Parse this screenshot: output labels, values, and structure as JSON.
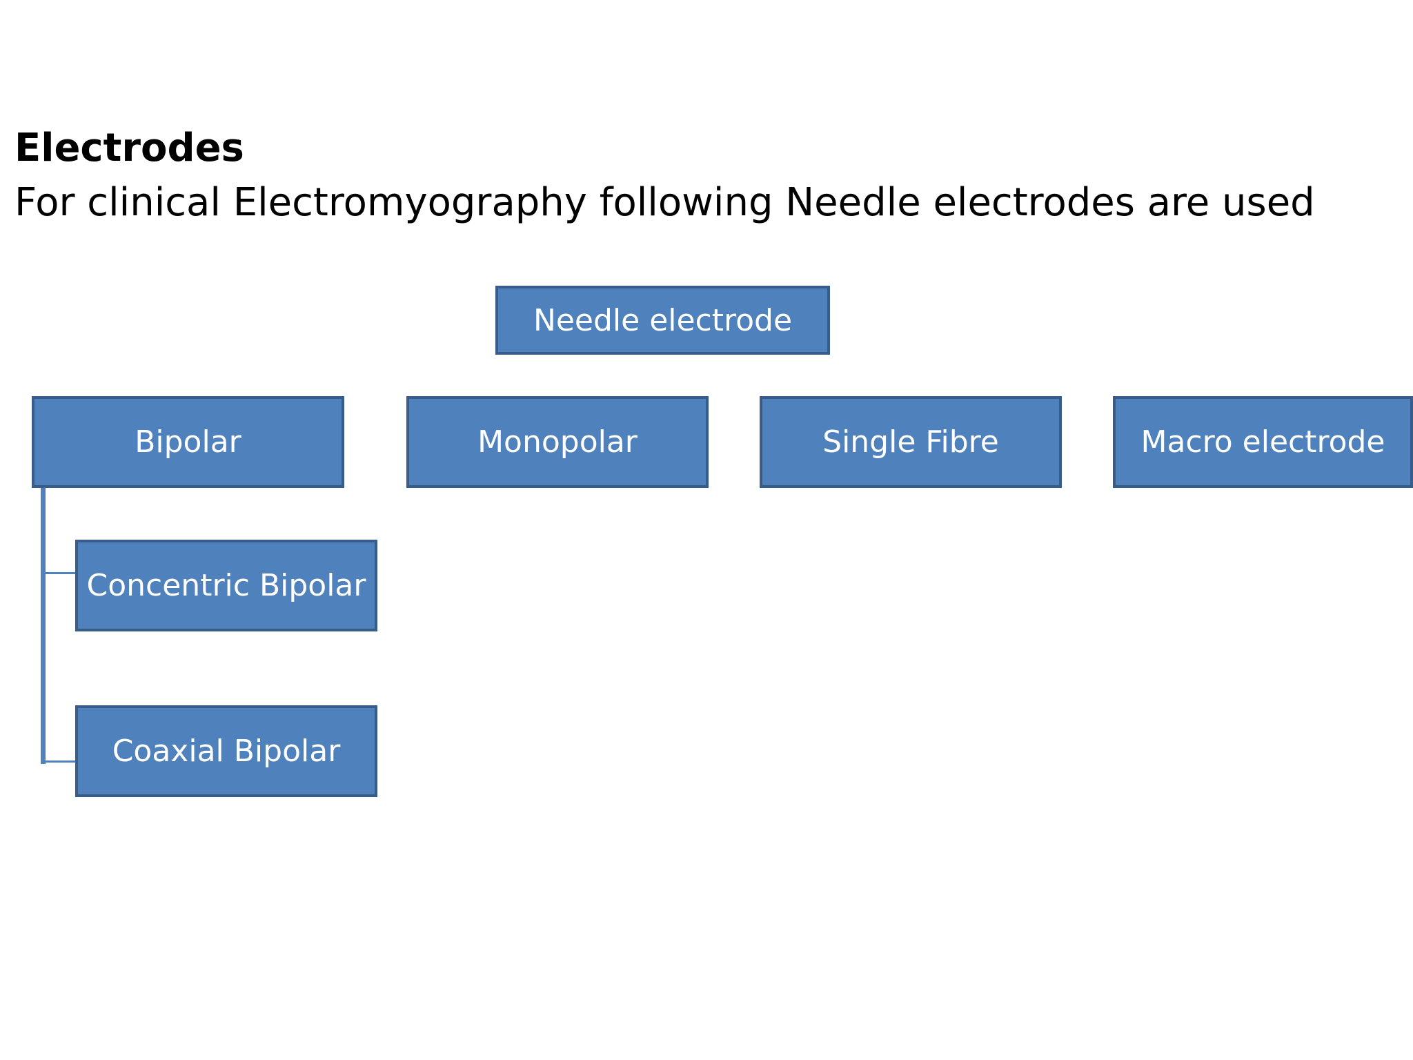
{
  "title": "Electrodes",
  "subtitle": "For clinical Electromyography  following Needle electrodes are used",
  "diagram": {
    "root": "Needle electrode",
    "children": [
      "Bipolar",
      "Monopolar",
      "Single Fibre",
      "Macro electrode"
    ],
    "bipolar_children": [
      "Concentric Bipolar",
      "Coaxial Bipolar"
    ]
  },
  "colors": {
    "box_fill": "#4f81bd",
    "box_border": "#385d8a",
    "box_text": "#ffffff"
  }
}
